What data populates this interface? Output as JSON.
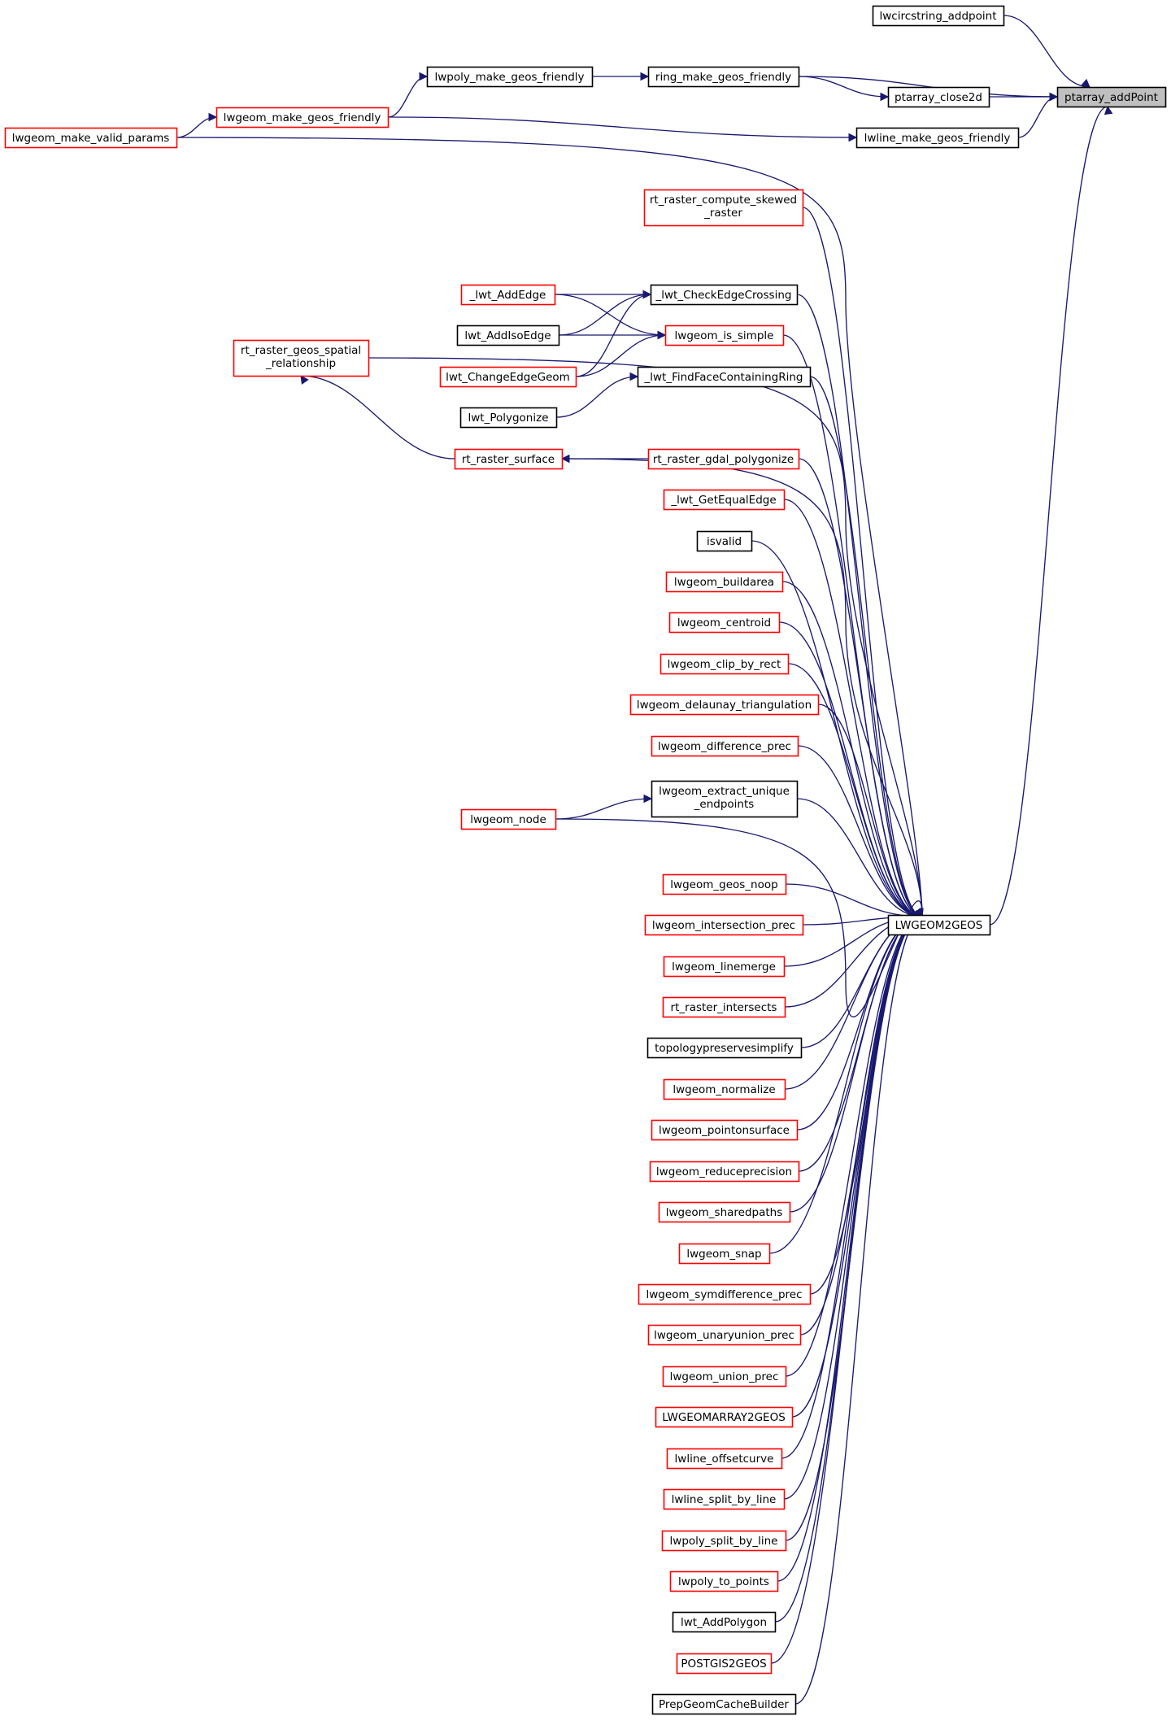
{
  "colors": {
    "edge": "#191970",
    "node_border_black": "#000000",
    "node_border_red": "#ff0000",
    "highlight_fill": "#bfbfbf"
  },
  "nodes": [
    {
      "id": "ptarray_addPoint",
      "lines": [
        "ptarray_addPoint"
      ],
      "border": "black",
      "highlight": true
    },
    {
      "id": "lwcircstring_addpoint",
      "lines": [
        "lwcircstring_addpoint"
      ],
      "border": "black"
    },
    {
      "id": "ring_make_geos_friendly",
      "lines": [
        "ring_make_geos_friendly"
      ],
      "border": "black"
    },
    {
      "id": "ptarray_close2d",
      "lines": [
        "ptarray_close2d"
      ],
      "border": "black"
    },
    {
      "id": "lwline_make_geos_friendly",
      "lines": [
        "lwline_make_geos_friendly"
      ],
      "border": "black"
    },
    {
      "id": "lwpoly_make_geos_friendly",
      "lines": [
        "lwpoly_make_geos_friendly"
      ],
      "border": "black"
    },
    {
      "id": "lwgeom_make_geos_friendly",
      "lines": [
        "lwgeom_make_geos_friendly"
      ],
      "border": "red"
    },
    {
      "id": "lwgeom_make_valid_params",
      "lines": [
        "lwgeom_make_valid_params"
      ],
      "border": "red"
    },
    {
      "id": "LWGEOM2GEOS",
      "lines": [
        "LWGEOM2GEOS"
      ],
      "border": "black"
    },
    {
      "id": "rt_raster_compute_skewed_raster",
      "lines": [
        "rt_raster_compute_skewed",
        "_raster"
      ],
      "border": "red"
    },
    {
      "id": "_lwt_CheckEdgeCrossing",
      "lines": [
        "_lwt_CheckEdgeCrossing"
      ],
      "border": "black"
    },
    {
      "id": "lwgeom_is_simple",
      "lines": [
        "lwgeom_is_simple"
      ],
      "border": "red"
    },
    {
      "id": "_lwt_AddEdge",
      "lines": [
        "_lwt_AddEdge"
      ],
      "border": "red"
    },
    {
      "id": "lwt_AddIsoEdge",
      "lines": [
        "lwt_AddIsoEdge"
      ],
      "border": "black"
    },
    {
      "id": "lwt_ChangeEdgeGeom",
      "lines": [
        "lwt_ChangeEdgeGeom"
      ],
      "border": "red"
    },
    {
      "id": "_lwt_FindFaceContainingRing",
      "lines": [
        "_lwt_FindFaceContainingRing"
      ],
      "border": "black"
    },
    {
      "id": "lwt_Polygonize",
      "lines": [
        "lwt_Polygonize"
      ],
      "border": "black"
    },
    {
      "id": "rt_raster_geos_spatial_relationship",
      "lines": [
        "rt_raster_geos_spatial",
        "_relationship"
      ],
      "border": "red"
    },
    {
      "id": "rt_raster_surface",
      "lines": [
        "rt_raster_surface"
      ],
      "border": "red"
    },
    {
      "id": "rt_raster_gdal_polygonize",
      "lines": [
        "rt_raster_gdal_polygonize"
      ],
      "border": "red"
    },
    {
      "id": "_lwt_GetEqualEdge",
      "lines": [
        "_lwt_GetEqualEdge"
      ],
      "border": "red"
    },
    {
      "id": "isvalid",
      "lines": [
        "isvalid"
      ],
      "border": "black"
    },
    {
      "id": "lwgeom_buildarea",
      "lines": [
        "lwgeom_buildarea"
      ],
      "border": "red"
    },
    {
      "id": "lwgeom_centroid",
      "lines": [
        "lwgeom_centroid"
      ],
      "border": "red"
    },
    {
      "id": "lwgeom_clip_by_rect",
      "lines": [
        "lwgeom_clip_by_rect"
      ],
      "border": "red"
    },
    {
      "id": "lwgeom_delaunay_triangulation",
      "lines": [
        "lwgeom_delaunay_triangulation"
      ],
      "border": "red"
    },
    {
      "id": "lwgeom_difference_prec",
      "lines": [
        "lwgeom_difference_prec"
      ],
      "border": "red"
    },
    {
      "id": "lwgeom_extract_unique_endpoints",
      "lines": [
        "lwgeom_extract_unique",
        "_endpoints"
      ],
      "border": "black"
    },
    {
      "id": "lwgeom_node",
      "lines": [
        "lwgeom_node"
      ],
      "border": "red"
    },
    {
      "id": "lwgeom_geos_noop",
      "lines": [
        "lwgeom_geos_noop"
      ],
      "border": "red"
    },
    {
      "id": "lwgeom_intersection_prec",
      "lines": [
        "lwgeom_intersection_prec"
      ],
      "border": "red"
    },
    {
      "id": "lwgeom_linemerge",
      "lines": [
        "lwgeom_linemerge"
      ],
      "border": "red"
    },
    {
      "id": "rt_raster_intersects",
      "lines": [
        "rt_raster_intersects"
      ],
      "border": "red"
    },
    {
      "id": "topologypreservesimplify",
      "lines": [
        "topologypreservesimplify"
      ],
      "border": "black"
    },
    {
      "id": "lwgeom_normalize",
      "lines": [
        "lwgeom_normalize"
      ],
      "border": "red"
    },
    {
      "id": "lwgeom_pointonsurface",
      "lines": [
        "lwgeom_pointonsurface"
      ],
      "border": "red"
    },
    {
      "id": "lwgeom_reduceprecision",
      "lines": [
        "lwgeom_reduceprecision"
      ],
      "border": "red"
    },
    {
      "id": "lwgeom_sharedpaths",
      "lines": [
        "lwgeom_sharedpaths"
      ],
      "border": "red"
    },
    {
      "id": "lwgeom_snap",
      "lines": [
        "lwgeom_snap"
      ],
      "border": "red"
    },
    {
      "id": "lwgeom_symdifference_prec",
      "lines": [
        "lwgeom_symdifference_prec"
      ],
      "border": "red"
    },
    {
      "id": "lwgeom_unaryunion_prec",
      "lines": [
        "lwgeom_unaryunion_prec"
      ],
      "border": "red"
    },
    {
      "id": "lwgeom_union_prec",
      "lines": [
        "lwgeom_union_prec"
      ],
      "border": "red"
    },
    {
      "id": "LWGEOMARRAY2GEOS",
      "lines": [
        "LWGEOMARRAY2GEOS"
      ],
      "border": "red"
    },
    {
      "id": "lwline_offsetcurve",
      "lines": [
        "lwline_offsetcurve"
      ],
      "border": "red"
    },
    {
      "id": "lwline_split_by_line",
      "lines": [
        "lwline_split_by_line"
      ],
      "border": "red"
    },
    {
      "id": "lwpoly_split_by_line",
      "lines": [
        "lwpoly_split_by_line"
      ],
      "border": "red"
    },
    {
      "id": "lwpoly_to_points",
      "lines": [
        "lwpoly_to_points"
      ],
      "border": "red"
    },
    {
      "id": "lwt_AddPolygon",
      "lines": [
        "lwt_AddPolygon"
      ],
      "border": "black"
    },
    {
      "id": "POSTGIS2GEOS",
      "lines": [
        "POSTGIS2GEOS"
      ],
      "border": "red"
    },
    {
      "id": "PrepGeomCacheBuilder",
      "lines": [
        "PrepGeomCacheBuilder"
      ],
      "border": "black"
    }
  ],
  "edges": [
    {
      "from": "lwcircstring_addpoint",
      "to": "ptarray_addPoint"
    },
    {
      "from": "ring_make_geos_friendly",
      "to": "ptarray_addPoint"
    },
    {
      "from": "ptarray_close2d",
      "to": "ptarray_addPoint"
    },
    {
      "from": "lwline_make_geos_friendly",
      "to": "ptarray_addPoint"
    },
    {
      "from": "LWGEOM2GEOS",
      "to": "ptarray_addPoint"
    },
    {
      "from": "ring_make_geos_friendly",
      "to": "ptarray_close2d"
    },
    {
      "from": "lwpoly_make_geos_friendly",
      "to": "ring_make_geos_friendly"
    },
    {
      "from": "lwgeom_make_geos_friendly",
      "to": "lwpoly_make_geos_friendly"
    },
    {
      "from": "lwgeom_make_geos_friendly",
      "to": "lwline_make_geos_friendly"
    },
    {
      "from": "lwgeom_make_valid_params",
      "to": "lwgeom_make_geos_friendly"
    },
    {
      "from": "lwgeom_make_valid_params",
      "to": "LWGEOM2GEOS"
    },
    {
      "from": "rt_raster_compute_skewed_raster",
      "to": "LWGEOM2GEOS"
    },
    {
      "from": "rt_raster_geos_spatial_relationship",
      "to": "LWGEOM2GEOS"
    },
    {
      "from": "_lwt_CheckEdgeCrossing",
      "to": "LWGEOM2GEOS"
    },
    {
      "from": "_lwt_AddEdge",
      "to": "_lwt_CheckEdgeCrossing"
    },
    {
      "from": "lwt_AddIsoEdge",
      "to": "_lwt_CheckEdgeCrossing"
    },
    {
      "from": "lwt_ChangeEdgeGeom",
      "to": "_lwt_CheckEdgeCrossing"
    },
    {
      "from": "lwgeom_is_simple",
      "to": "LWGEOM2GEOS"
    },
    {
      "from": "_lwt_AddEdge",
      "to": "lwgeom_is_simple"
    },
    {
      "from": "lwt_AddIsoEdge",
      "to": "lwgeom_is_simple"
    },
    {
      "from": "lwt_ChangeEdgeGeom",
      "to": "lwgeom_is_simple"
    },
    {
      "from": "_lwt_FindFaceContainingRing",
      "to": "LWGEOM2GEOS"
    },
    {
      "from": "lwt_Polygonize",
      "to": "_lwt_FindFaceContainingRing"
    },
    {
      "from": "rt_raster_surface",
      "to": "LWGEOM2GEOS"
    },
    {
      "from": "rt_raster_surface",
      "to": "rt_raster_geos_spatial_relationship"
    },
    {
      "from": "rt_raster_gdal_polygonize",
      "to": "LWGEOM2GEOS"
    },
    {
      "from": "rt_raster_gdal_polygonize",
      "to": "rt_raster_surface"
    },
    {
      "from": "_lwt_GetEqualEdge",
      "to": "LWGEOM2GEOS"
    },
    {
      "from": "isvalid",
      "to": "LWGEOM2GEOS"
    },
    {
      "from": "lwgeom_buildarea",
      "to": "LWGEOM2GEOS"
    },
    {
      "from": "lwgeom_centroid",
      "to": "LWGEOM2GEOS"
    },
    {
      "from": "lwgeom_clip_by_rect",
      "to": "LWGEOM2GEOS"
    },
    {
      "from": "lwgeom_delaunay_triangulation",
      "to": "LWGEOM2GEOS"
    },
    {
      "from": "lwgeom_difference_prec",
      "to": "LWGEOM2GEOS"
    },
    {
      "from": "lwgeom_extract_unique_endpoints",
      "to": "LWGEOM2GEOS"
    },
    {
      "from": "lwgeom_node",
      "to": "lwgeom_extract_unique_endpoints"
    },
    {
      "from": "lwgeom_node",
      "to": "LWGEOM2GEOS"
    },
    {
      "from": "lwgeom_geos_noop",
      "to": "LWGEOM2GEOS"
    },
    {
      "from": "lwgeom_intersection_prec",
      "to": "LWGEOM2GEOS"
    },
    {
      "from": "lwgeom_linemerge",
      "to": "LWGEOM2GEOS"
    },
    {
      "from": "rt_raster_intersects",
      "to": "LWGEOM2GEOS"
    },
    {
      "from": "topologypreservesimplify",
      "to": "LWGEOM2GEOS"
    },
    {
      "from": "lwgeom_normalize",
      "to": "LWGEOM2GEOS"
    },
    {
      "from": "lwgeom_pointonsurface",
      "to": "LWGEOM2GEOS"
    },
    {
      "from": "lwgeom_reduceprecision",
      "to": "LWGEOM2GEOS"
    },
    {
      "from": "lwgeom_sharedpaths",
      "to": "LWGEOM2GEOS"
    },
    {
      "from": "lwgeom_snap",
      "to": "LWGEOM2GEOS"
    },
    {
      "from": "lwgeom_symdifference_prec",
      "to": "LWGEOM2GEOS"
    },
    {
      "from": "lwgeom_unaryunion_prec",
      "to": "LWGEOM2GEOS"
    },
    {
      "from": "lwgeom_union_prec",
      "to": "LWGEOM2GEOS"
    },
    {
      "from": "LWGEOMARRAY2GEOS",
      "to": "LWGEOM2GEOS"
    },
    {
      "from": "lwline_offsetcurve",
      "to": "LWGEOM2GEOS"
    },
    {
      "from": "lwline_split_by_line",
      "to": "LWGEOM2GEOS"
    },
    {
      "from": "lwpoly_split_by_line",
      "to": "LWGEOM2GEOS"
    },
    {
      "from": "lwpoly_to_points",
      "to": "LWGEOM2GEOS"
    },
    {
      "from": "lwt_AddPolygon",
      "to": "LWGEOM2GEOS"
    },
    {
      "from": "POSTGIS2GEOS",
      "to": "LWGEOM2GEOS"
    },
    {
      "from": "PrepGeomCacheBuilder",
      "to": "LWGEOM2GEOS"
    }
  ]
}
